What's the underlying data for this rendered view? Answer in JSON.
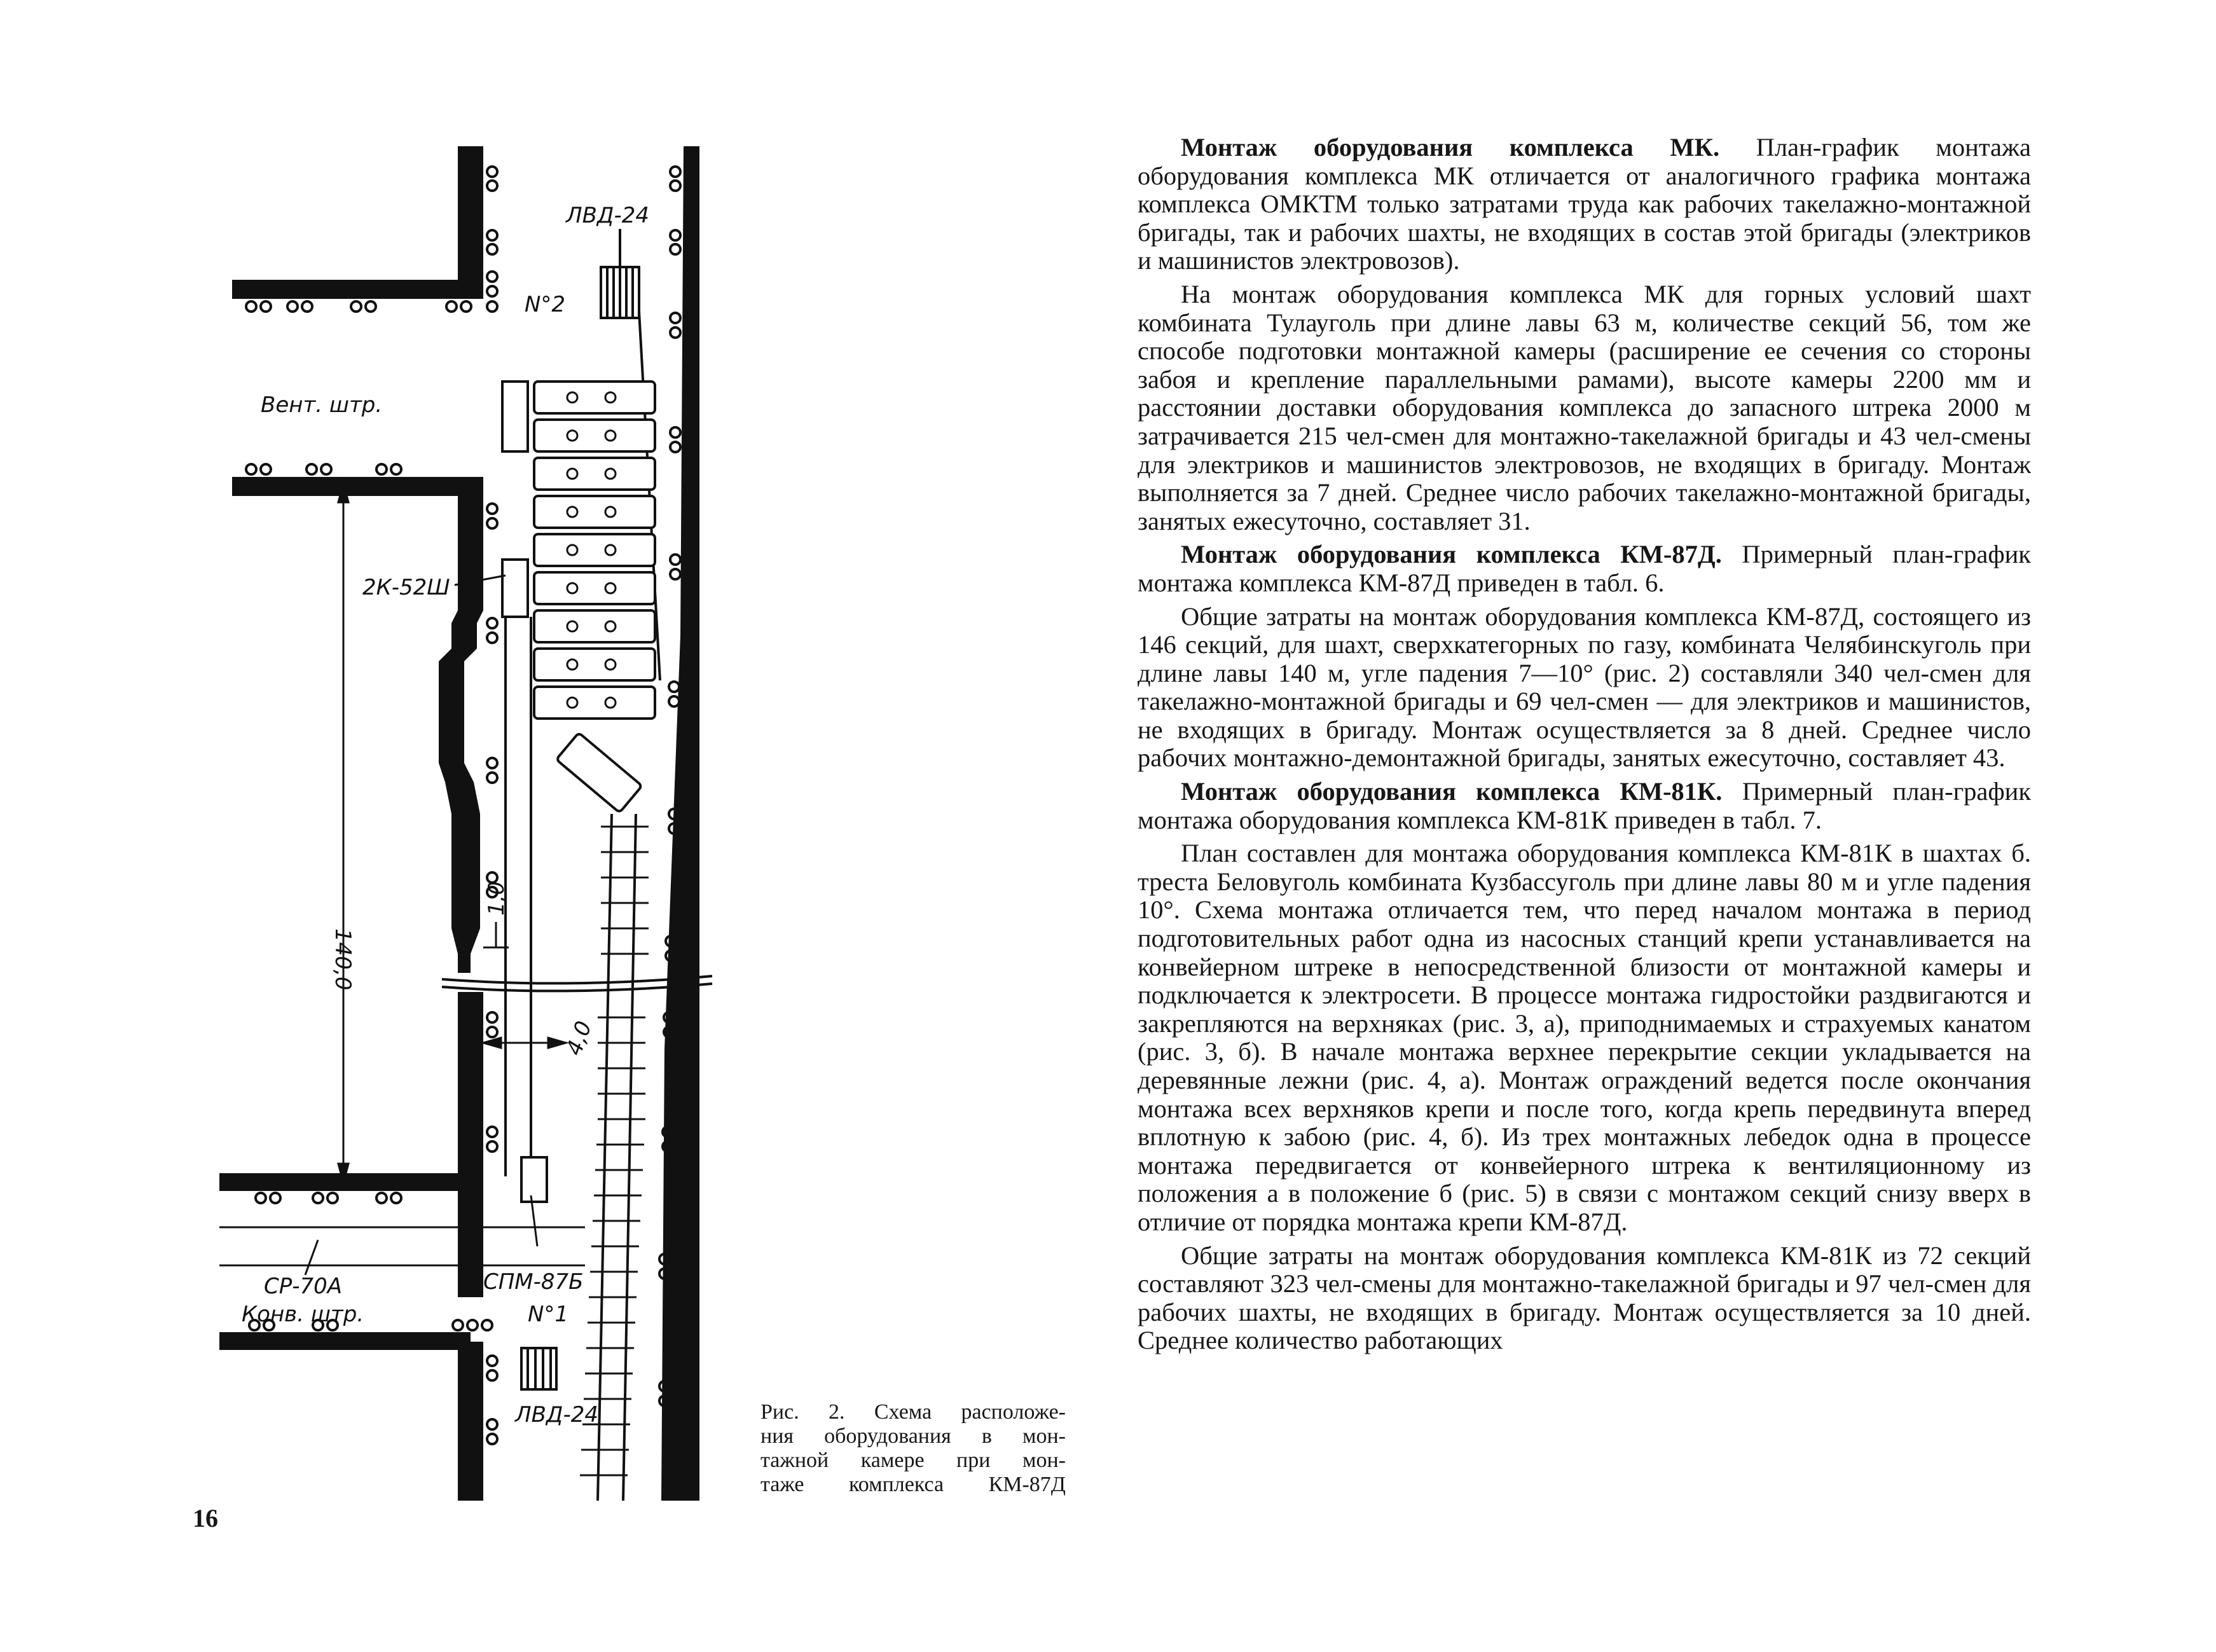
{
  "page_number": "16",
  "figure": {
    "labels": {
      "lvd_top": "ЛВД-24",
      "n2": "N°2",
      "vent": "Вент. штр.",
      "k52": "2К-52Ш",
      "dim_140": "140,0",
      "dim_1": "1,0",
      "dim_4": "4,0",
      "sr70": "СР-70А",
      "konv": "Конв. штр.",
      "spm": "СПМ-87Б",
      "n1": "N°1",
      "lvd_bottom": "ЛВД-24"
    },
    "caption_lines": [
      "Рис. 2. Схема расположе-",
      "ния оборудования в мон-",
      "тажной камере при мон-",
      "таже комплекса КМ-87Д"
    ]
  },
  "text": {
    "p1_bold": "Монтаж оборудования комплекса МК.",
    "p1_rest": " План-график монтажа оборудования комплекса МК отличается от аналогичного графика монтажа комплекса ОМКТМ только затратами труда как рабочих такелажно-монтажной бригады, так и рабочих шахты, не входящих в состав этой бригады (электриков и машинистов электровозов).",
    "p2": "На монтаж оборудования комплекса МК для горных условий шахт комбината Тулауголь при длине лавы 63 м, количестве секций 56, том же способе подготовки монтажной камеры (расширение ее сечения со стороны забоя и крепление параллельными рамами), высоте камеры 2200 мм и расстоянии доставки оборудования комплекса до запасного штрека 2000 м затрачивается 215 чел-смен для монтажно-такелажной бригады и 43 чел-смены для электриков и машинистов электровозов, не входящих в бригаду. Монтаж выполняется за 7 дней. Среднее число рабочих такелажно-монтажной бригады, занятых ежесуточно, составляет 31.",
    "p3_bold": "Монтаж оборудования комплекса КМ-87Д.",
    "p3_rest": " Примерный план-график монтажа комплекса КМ-87Д приведен в табл. 6.",
    "p4": "Общие затраты на монтаж оборудования комплекса КМ-87Д, состоящего из 146 секций, для шахт, сверхкатегорных по газу, комбината Челябинскуголь при длине лавы 140 м, угле падения 7—10° (рис. 2) составляли 340 чел-смен для такелажно-монтажной бригады и 69 чел-смен — для электриков и машинистов, не входящих в бригаду. Монтаж осуществляется за 8 дней. Среднее число рабочих монтажно-демонтажной бригады, занятых ежесуточно, составляет 43.",
    "p5_bold": "Монтаж оборудования комплекса КМ-81К.",
    "p5_rest": " Примерный план-график монтажа оборудования комплекса КМ-81К приведен в табл. 7.",
    "p6": "План составлен для монтажа оборудования комплекса КМ-81К в шахтах б. треста Беловуголь комбината Кузбассуголь при длине лавы 80 м и угле падения 10°. Схема монтажа отличается тем, что перед началом монтажа в период подготовительных работ одна из насосных станций крепи устанавливается на конвейерном штреке в непосредственной близости от монтажной камеры и подключается к электросети. В процессе монтажа гидростойки раздвигаются и закрепляются на верхняках (рис. 3, а), приподнимаемых и страхуемых канатом (рис. 3, б). В начале монтажа верхнее перекрытие секции укладывается на деревянные лежни (рис. 4, а). Монтаж ограждений ведется после окончания монтажа всех верхняков крепи и после того, когда крепь передвинута вперед вплотную к забою (рис. 4, б). Из трех монтажных лебедок одна в процессе монтажа передвигается от конвейерного штрека к вентиляционному из положения а в положение б (рис. 5) в связи с монтажом секций снизу вверх в отличие от порядка монтажа крепи КМ-87Д.",
    "p7": "Общие затраты на монтаж оборудования комплекса КМ-81К из 72 секций составляют 323 чел-смены для монтажно-такелажной бригады и 97 чел-смен для рабочих шахты, не входящих в бригаду. Монтаж осуществляется за 10 дней. Среднее количество работающих"
  }
}
